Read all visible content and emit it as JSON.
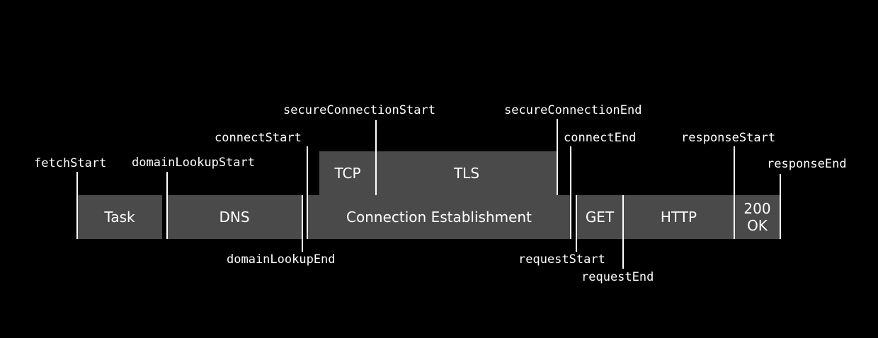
{
  "colors": {
    "background": "#000000",
    "block": "#4a4a4a",
    "text": "#ffffff"
  },
  "blocks": {
    "task": "Task",
    "dns": "DNS",
    "connection": "Connection Establishment",
    "tcp": "TCP",
    "tls": "TLS",
    "get": "GET",
    "http": "HTTP",
    "status_line1": "200",
    "status_line2": "OK"
  },
  "markers": {
    "fetchStart": "fetchStart",
    "domainLookupStart": "domainLookupStart",
    "domainLookupEnd": "domainLookupEnd",
    "connectStart": "connectStart",
    "secureConnectionStart": "secureConnectionStart",
    "secureConnectionEnd": "secureConnectionEnd",
    "connectEnd": "connectEnd",
    "requestStart": "requestStart",
    "requestEnd": "requestEnd",
    "responseStart": "responseStart",
    "responseEnd": "responseEnd"
  }
}
